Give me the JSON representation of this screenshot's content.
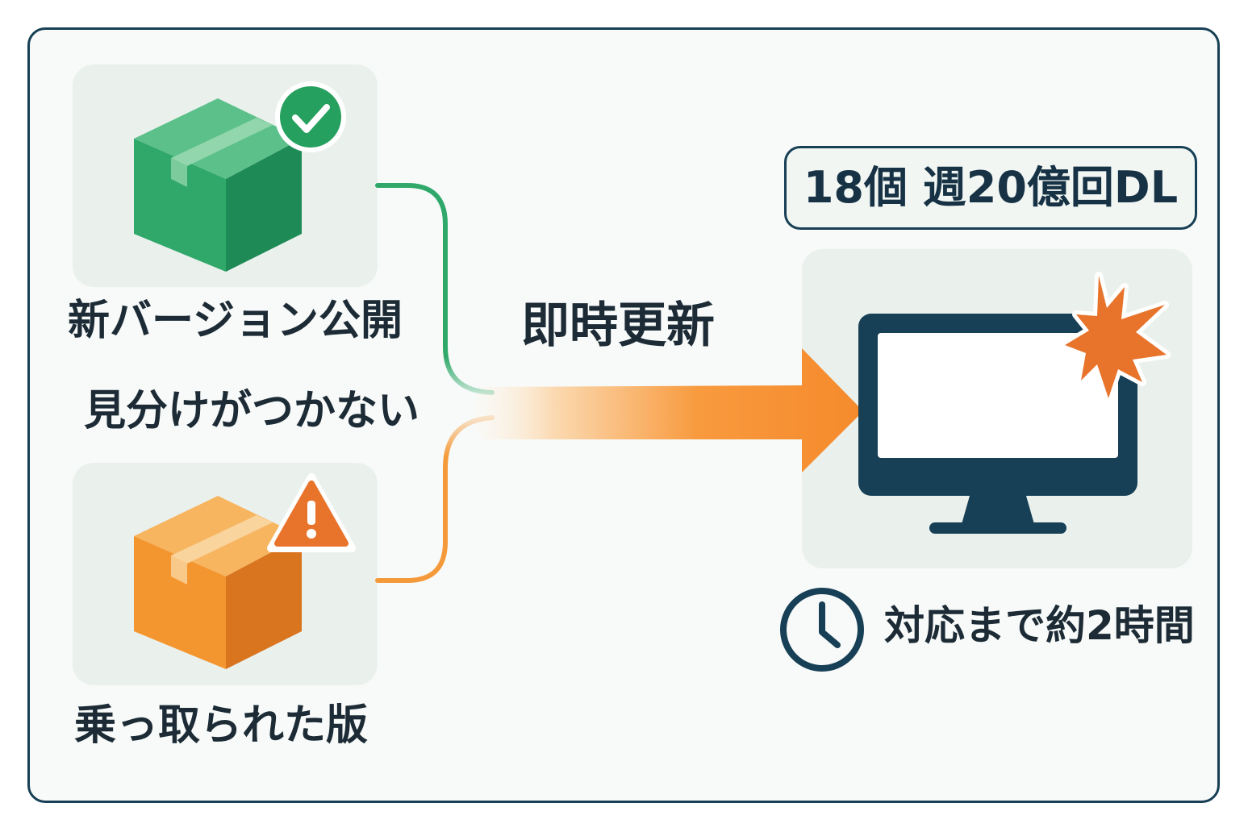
{
  "colors": {
    "green": "#2fa86a",
    "orange": "#f59a3a",
    "alert": "#e8742c",
    "navy": "#173f55",
    "text": "#1d2b36"
  },
  "packages": {
    "new_label": "新バージョン公開",
    "new_badge_icon": "check-circle-icon",
    "hijacked_label": "乗っ取られた版",
    "hijacked_badge_icon": "warning-triangle-icon"
  },
  "middle_label": "見分けがつかない",
  "arrow_label": "即時更新",
  "stat": "18個 週20億回DL",
  "device_icon": "monitor-icon",
  "burst_icon": "explosion-burst-icon",
  "response": {
    "icon": "clock-icon",
    "label": "対応まで約2時間"
  }
}
